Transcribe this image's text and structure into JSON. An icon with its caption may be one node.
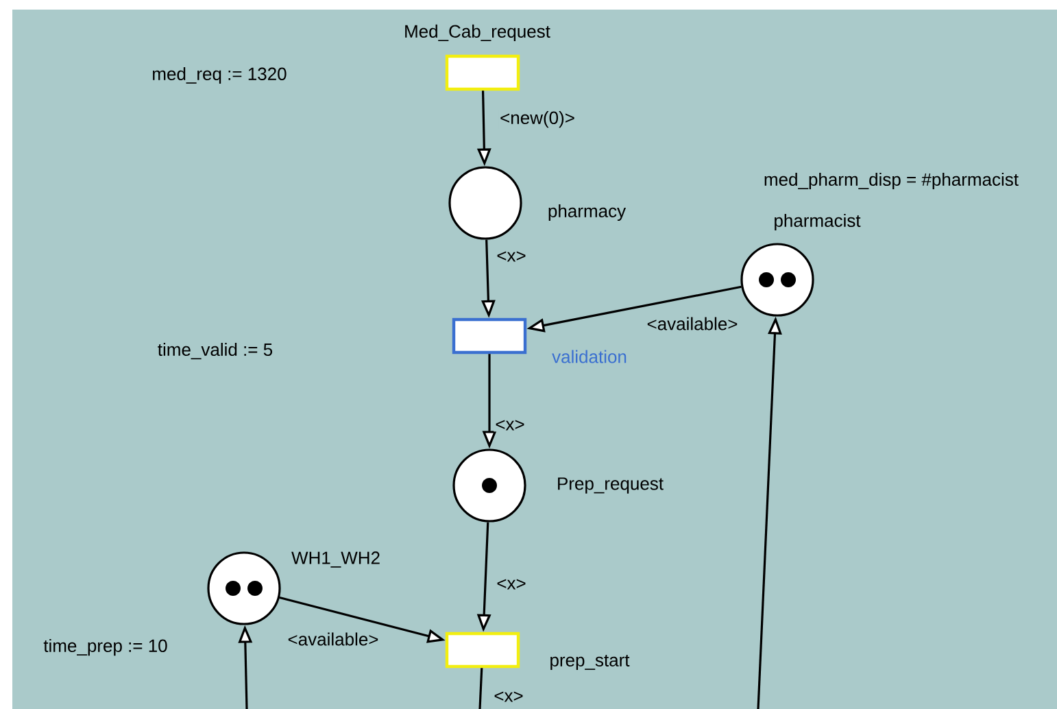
{
  "diagram": {
    "nodes": [
      {
        "text": [],
        "shape": "box",
        "beside": [
          "Med_Cab_request"
        ]
      },
      {
        "text": [],
        "shape": "circle",
        "beside": [
          "pharmacy"
        ]
      },
      {
        "text": [],
        "shape": "box",
        "beside": [
          "validation"
        ]
      },
      {
        "text": [],
        "shape": "circle",
        "beside": [
          "pharmacist"
        ]
      },
      {
        "text": [],
        "shape": "circle",
        "beside": [
          "Prep_request"
        ]
      },
      {
        "text": [],
        "shape": "circle",
        "beside": [
          "WH1_WH2"
        ]
      },
      {
        "text": [],
        "shape": "box",
        "beside": [
          "prep_start"
        ]
      }
    ],
    "edges": [
      {
        "from": 0,
        "to": 1,
        "arrow": "to",
        "label": "<new(0)>"
      },
      {
        "from": 1,
        "to": 2,
        "arrow": "to",
        "label": "<x>"
      },
      {
        "from": 3,
        "to": 2,
        "arrow": "to",
        "label": "<available>"
      },
      {
        "from": 2,
        "to": 4,
        "arrow": "to",
        "label": "<x>"
      },
      {
        "from": 4,
        "to": 6,
        "arrow": "to",
        "label": "<x>"
      },
      {
        "from": 5,
        "to": 6,
        "arrow": "to",
        "label": "<available>"
      },
      {
        "from": null,
        "to": 3,
        "arrow": "to"
      },
      {
        "from": null,
        "to": 5,
        "arrow": "to"
      },
      {
        "from": 6,
        "to": null,
        "arrow": "none",
        "label": "<x>"
      }
    ],
    "labels": [
      "med_req := 1320",
      "med_pharm_disp = #pharmacist",
      "time_valid := 5",
      "time_prep := 10"
    ]
  }
}
